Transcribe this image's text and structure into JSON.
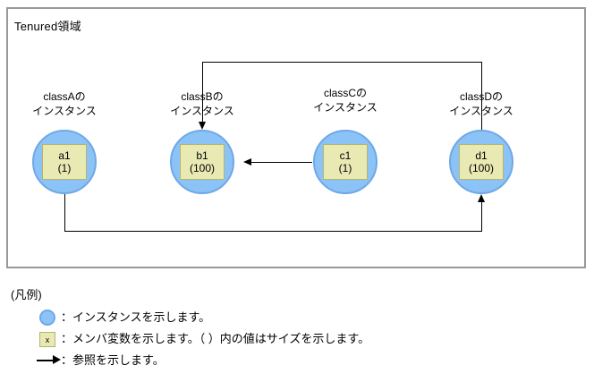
{
  "region": {
    "title": "Tenured領域"
  },
  "nodes": [
    {
      "id": "a1",
      "label_line1": "classAの",
      "label_line2": "インスタンス",
      "member_name": "a1",
      "member_size": "(1)"
    },
    {
      "id": "b1",
      "label_line1": "classBの",
      "label_line2": "インスタンス",
      "member_name": "b1",
      "member_size": "(100)"
    },
    {
      "id": "c1",
      "label_line1": "classCの",
      "label_line2": "インスタンス",
      "member_name": "c1",
      "member_size": "(1)"
    },
    {
      "id": "d1",
      "label_line1": "classDの",
      "label_line2": "インスタンス",
      "member_name": "d1",
      "member_size": "(100)"
    }
  ],
  "references": [
    {
      "from": "d1",
      "to": "b1",
      "route": "top"
    },
    {
      "from": "c1",
      "to": "b1",
      "route": "direct"
    },
    {
      "from": "a1",
      "to": "d1",
      "route": "bottom"
    }
  ],
  "legend": {
    "title": "(凡例)",
    "items": [
      {
        "symbol": "instance-circle",
        "symbol_text": "",
        "text": "：インスタンスを示します。"
      },
      {
        "symbol": "member-box",
        "symbol_text": "x",
        "text": "：メンバ変数を示します。（ ）内の値はサイズを示します。"
      },
      {
        "symbol": "reference-arrow",
        "symbol_text": "",
        "text": "：参照を示します。"
      }
    ]
  },
  "colors": {
    "circle_fill": "#8CC3F7",
    "circle_border": "#6FA8E6",
    "box_fill": "#E9E9B4",
    "box_border": "#B5B56A",
    "region_border": "#999999",
    "line": "#000000"
  }
}
